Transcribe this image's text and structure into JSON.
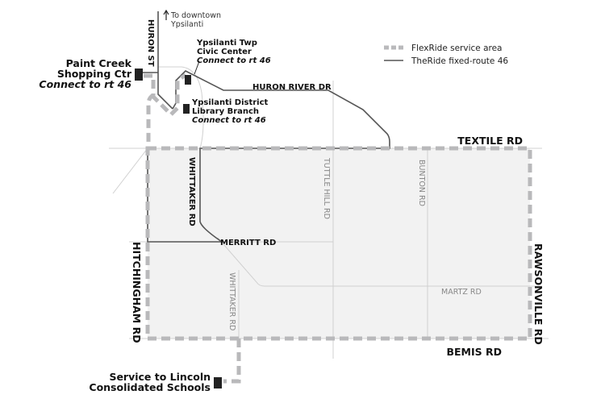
{
  "legend": {
    "flexride": "FlexRide service area",
    "route46": "TheRide fixed-route 46"
  },
  "colors": {
    "service_area_fill": "#f2f2f2",
    "service_area_stroke": "#b9b9bb",
    "route": "#555555"
  },
  "roads": {
    "huron_st": "HURON ST",
    "huron_river": "HURON RIVER DR",
    "textile": "TEXTILE RD",
    "whittaker_north": "WHITTAKER RD",
    "tuttle_hill": "TUTTLE HILL RD",
    "bunton": "BUNTON RD",
    "merritt": "MERRITT RD",
    "hitchingham": "HITCHINGHAM RD",
    "rawsonville": "RAWSONVILLE RD",
    "whittaker_south": "WHITTAKER RD",
    "martz": "MARTZ RD",
    "bemis": "BEMIS RD"
  },
  "direction": {
    "line1": "To downtown",
    "line2": "Ypsilanti"
  },
  "stops": {
    "paint_creek": {
      "line1": "Paint Creek",
      "line2": "Shopping Ctr",
      "connect": "Connect to rt 46"
    },
    "civic_center": {
      "line1": "Ypsilanti Twp",
      "line2": "Civic Center",
      "connect": "Connect to rt 46"
    },
    "library": {
      "line1": "Ypsilanti District",
      "line2": "Library Branch",
      "connect": "Connect to rt 46"
    },
    "lincoln": {
      "line1": "Service to Lincoln",
      "line2": "Consolidated Schools"
    }
  }
}
